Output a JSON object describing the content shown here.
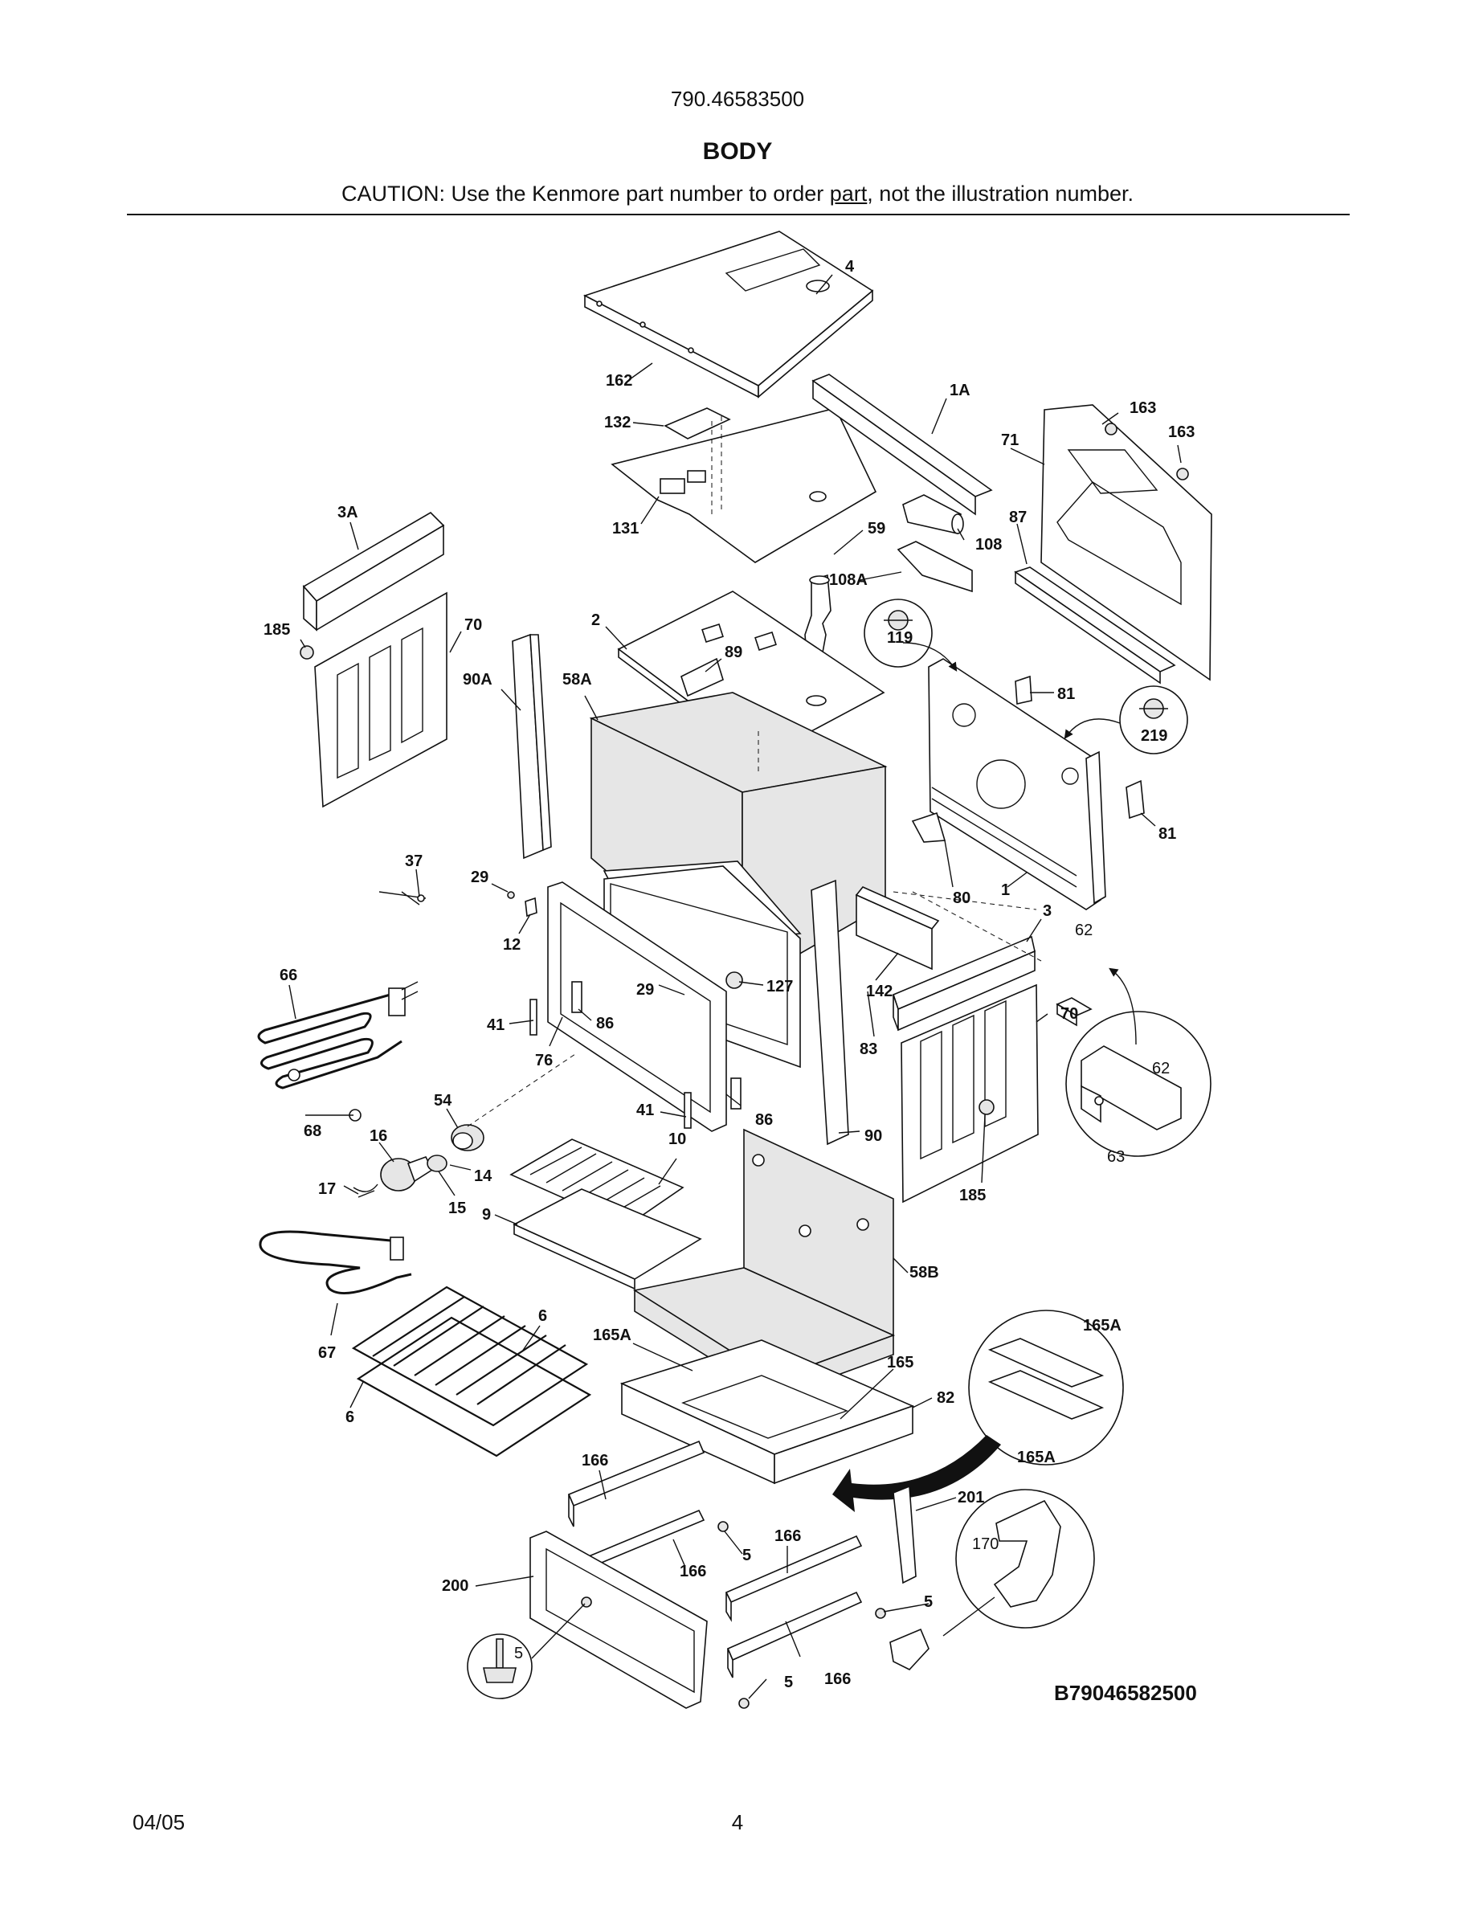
{
  "header": {
    "model_number": "790.46583500",
    "section_title": "BODY",
    "caution_before": "CAUTION: Use the Kenmore part number to order ",
    "caution_underlined": "part",
    "caution_after": ", not the illustration number."
  },
  "diagram": {
    "code": "B79046582500",
    "callouts": {
      "c4": "4",
      "c162": "162",
      "c1A": "1A",
      "c163a": "163",
      "c163b": "163",
      "c71": "71",
      "c132": "132",
      "c131": "131",
      "c3A": "3A",
      "c59": "59",
      "c108": "108",
      "c87": "87",
      "c108A": "108A",
      "c119": "119",
      "c185a": "185",
      "c70a": "70",
      "c2": "2",
      "c89": "89",
      "c90A": "90A",
      "c58A": "58A",
      "c81a": "81",
      "c219": "219",
      "c81b": "81",
      "c80": "80",
      "c1": "1",
      "c37": "37",
      "c29a": "29",
      "c12": "12",
      "c3": "3",
      "c62a": "62",
      "c66": "66",
      "c29b": "29",
      "c127": "127",
      "c142": "142",
      "c70b": "70",
      "c41a": "41",
      "c86a": "86",
      "c76": "76",
      "c83": "83",
      "c62b": "62",
      "c63": "63",
      "c54": "54",
      "c41b": "41",
      "c86b": "86",
      "c68": "68",
      "c16": "16",
      "c10": "10",
      "c90": "90",
      "c185b": "185",
      "c14": "14",
      "c17": "17",
      "c15": "15",
      "c9": "9",
      "c58B": "58B",
      "c6a": "6",
      "c165Aa": "165A",
      "c165Ab": "165A",
      "c165Ac": "165A",
      "c67": "67",
      "c165": "165",
      "c82": "82",
      "c6b": "6",
      "c166a": "166",
      "c201": "201",
      "c5a": "5",
      "c166b": "166",
      "c170": "170",
      "c166c": "166",
      "c5b": "5",
      "c200": "200",
      "c5c": "5",
      "c5d": "5",
      "c166d": "166"
    }
  },
  "footer": {
    "date": "04/05",
    "page": "4"
  }
}
